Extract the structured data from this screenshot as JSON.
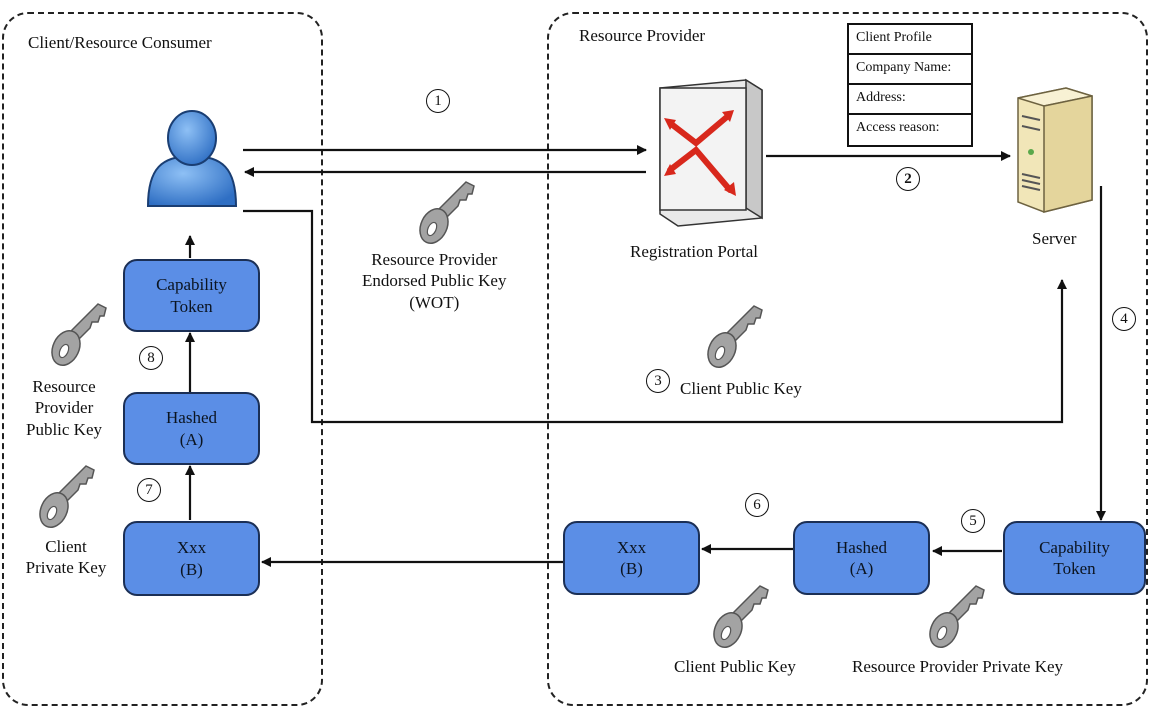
{
  "regions": {
    "consumer": "Client/Resource Consumer",
    "provider": "Resource Provider"
  },
  "client_profile": {
    "title": "Client Profile",
    "company": "Company Name:",
    "address": "Address:",
    "reason": "Access reason:"
  },
  "nodes": {
    "portal": "Registration Portal",
    "server": "Server"
  },
  "keys": {
    "endorsed_l1": "Resource Provider",
    "endorsed_l2": "Endorsed Public Key",
    "endorsed_l3": "(WOT)",
    "client_public_mid": "Client Public Key",
    "rp_public_l1": "Resource",
    "rp_public_l2": "Provider",
    "rp_public_l3": "Public Key",
    "client_private_l1": "Client",
    "client_private_l2": "Private Key",
    "client_public_bottom": "Client Public Key",
    "rp_private": "Resource Provider Private Key"
  },
  "boxes": {
    "cap_left_l1": "Capability",
    "cap_left_l2": "Token",
    "hashed_left_l1": "Hashed",
    "hashed_left_l2": "(A)",
    "xxx_left_l1": "Xxx",
    "xxx_left_l2": "(B)",
    "xxx_right_l1": "Xxx",
    "xxx_right_l2": "(B)",
    "hashed_right_l1": "Hashed",
    "hashed_right_l2": "(A)",
    "cap_right_l1": "Capability",
    "cap_right_l2": "Token"
  },
  "steps": {
    "s1": "1",
    "s2": "2",
    "s3": "3",
    "s4": "4",
    "s5": "5",
    "s6": "6",
    "s7": "7",
    "s8": "8"
  },
  "colors": {
    "box_fill": "#5b8ee6",
    "user_blue": "#3f84d6",
    "portal_red": "#d8281c",
    "key_grey": "#a3a3a3"
  }
}
